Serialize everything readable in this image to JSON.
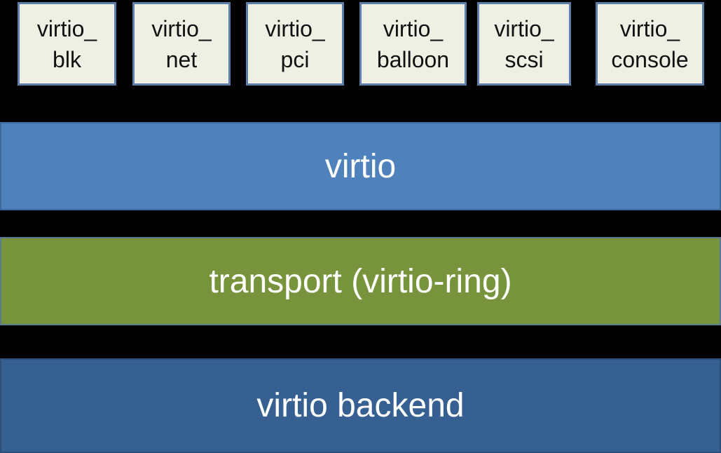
{
  "drivers": [
    {
      "line1": "virtio_",
      "line2": "blk"
    },
    {
      "line1": "virtio_",
      "line2": "net"
    },
    {
      "line1": "virtio_",
      "line2": "pci"
    },
    {
      "line1": "virtio_",
      "line2": "balloon"
    },
    {
      "line1": "virtio_",
      "line2": "scsi"
    },
    {
      "line1": "virtio_",
      "line2": "console"
    }
  ],
  "layers": {
    "virtio": "virtio",
    "transport": "transport (virtio-ring)",
    "backend": "virtio backend"
  },
  "colors": {
    "background": "#000000",
    "driver_fill": "#eef0e4",
    "driver_border": "#5d7ea8",
    "virtio_layer": "#4f81bd",
    "transport_layer": "#77933c",
    "backend_layer": "#376092"
  }
}
